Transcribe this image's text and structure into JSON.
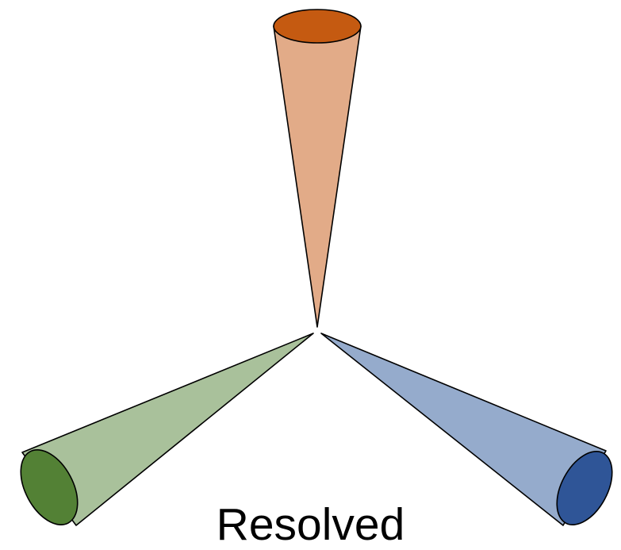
{
  "caption": "Resolved",
  "cones": [
    {
      "id": "top",
      "body_color": "#e2ab88",
      "cap_color": "#c55a11"
    },
    {
      "id": "left",
      "body_color": "#a9c19b",
      "cap_color": "#538135"
    },
    {
      "id": "right",
      "body_color": "#95abcc",
      "cap_color": "#2f5597"
    }
  ],
  "outline_color": "#000000"
}
